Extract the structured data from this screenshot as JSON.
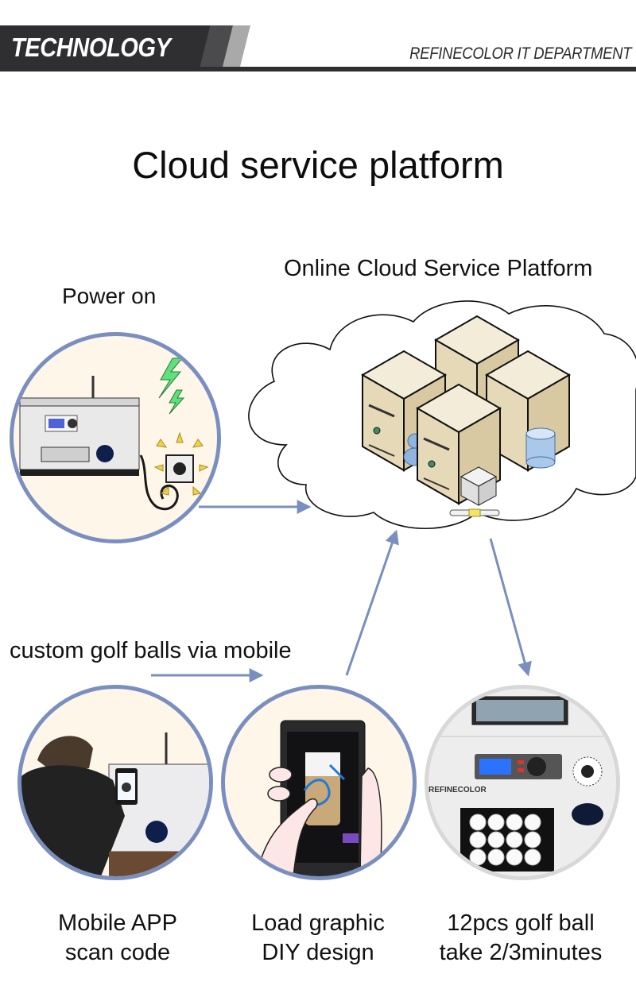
{
  "header": {
    "section_label": "TECHNOLOGY",
    "department": "REFINECOLOR IT DEPARTMENT"
  },
  "title": "Cloud service platform",
  "cloud": {
    "label": "Online Cloud Service Platform",
    "icons": [
      "server-icon",
      "server-icon",
      "server-icon",
      "server-icon",
      "user-group-icon",
      "database-icon",
      "printer-icon",
      "network-link-icon"
    ]
  },
  "power": {
    "label": "Power on",
    "illustration": "printer-plugged-into-outlet"
  },
  "mobile_flow": {
    "label": "custom golf balls via mobile"
  },
  "steps": [
    {
      "line1": "Mobile APP",
      "line2": "scan code",
      "illustration": "person-scanning-qr-with-phone"
    },
    {
      "line1": "Load graphic",
      "line2": "DIY design",
      "illustration": "hands-editing-design-on-phone"
    },
    {
      "line1": "12pcs golf ball",
      "line2": "take 2/3minutes",
      "illustration": "golf-ball-printer-tray-12"
    }
  ],
  "printer_brand": "REFINECOLOR",
  "golf_ball_count": 12,
  "colors": {
    "header_dark": "#2f2f31",
    "arrow": "#7a8fbf",
    "circle_border": "#7a8fbf",
    "circle_bg": "#fdf6e9",
    "server_beige": "#e8dcc0",
    "lightning": "#5ee07a"
  }
}
